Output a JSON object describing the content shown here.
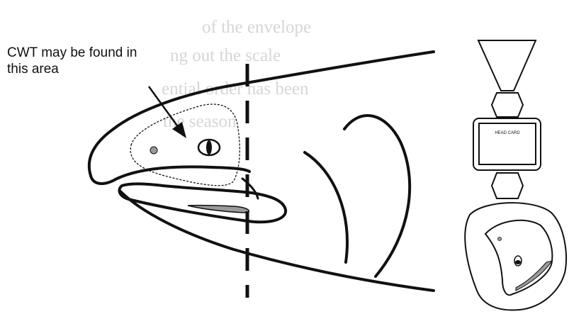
{
  "diagram": {
    "callout": {
      "line1": "CWT may be found in",
      "line2": "this area"
    },
    "bag_label": "HEAD CARD",
    "bleed_through": {
      "line1": "of the envelope",
      "line2": "ng out the scale",
      "line3": "ential order has been",
      "line4": "the season"
    }
  }
}
